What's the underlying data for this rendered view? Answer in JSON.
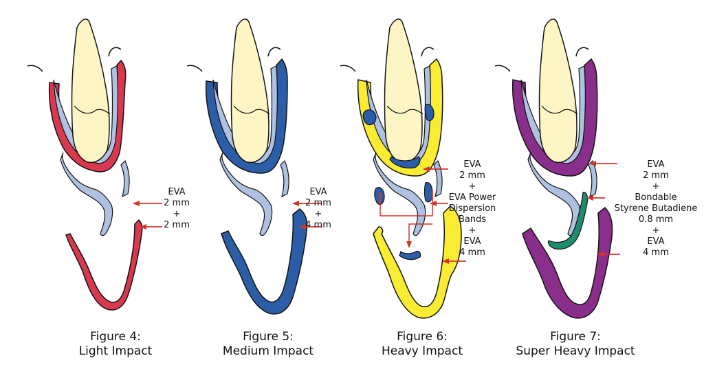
{
  "colors": {
    "tooth": "#FDF6C4",
    "gum": "#AFC1E0",
    "outline": "#111111",
    "arrow": "#D2352A",
    "light": "#D8394F",
    "medium": "#2C5EA8",
    "heavy": "#FAEB33",
    "heavy_band": "#2C5EA8",
    "superheavy": "#8A2E8B",
    "bondable": "#1E8C6E"
  },
  "figures": [
    {
      "caption": [
        "Figure 4:",
        "Light Impact"
      ],
      "label": [
        "EVA",
        "2 mm",
        "+",
        "2 mm"
      ]
    },
    {
      "caption": [
        "Figure 5:",
        "Medium Impact"
      ],
      "label": [
        "EVA",
        "2 mm",
        "+",
        "4 mm"
      ]
    },
    {
      "caption": [
        "Figure 6:",
        "Heavy Impact"
      ],
      "label": [
        "EVA",
        "2 mm",
        "+",
        "EVA Power",
        "Dispersion",
        "Bands",
        "+",
        "EVA",
        "4 mm"
      ]
    },
    {
      "caption": [
        "Figure 7:",
        "Super Heavy Impact"
      ],
      "label": [
        "EVA",
        "2 mm",
        "+",
        "Bondable",
        "Styrene Butadiene",
        "0.8 mm",
        "+",
        "EVA",
        "4 mm"
      ]
    }
  ]
}
